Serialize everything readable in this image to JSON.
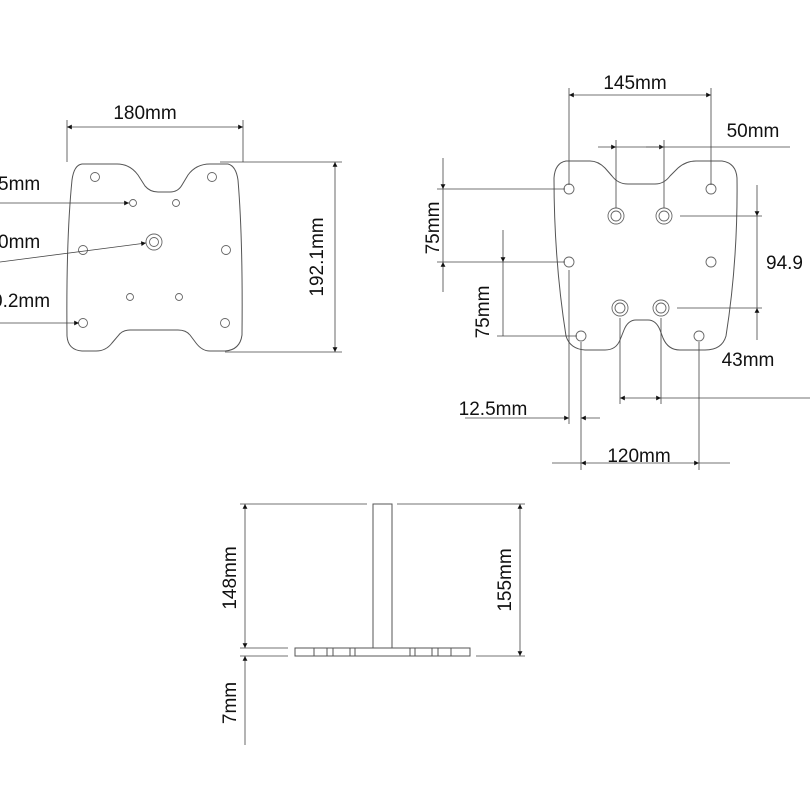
{
  "top_left_view": {
    "width_label": "180mm",
    "height_label": "192.1mm",
    "leader_labels": [
      "5mm",
      "0mm",
      "0.2mm"
    ]
  },
  "top_right_view": {
    "width_label": "145mm",
    "inner_spacing_label": "50mm",
    "vertical_upper_label": "75mm",
    "vertical_lower_label": "75mm",
    "inner_vertical_label": "94.9",
    "notch_label": "43mm",
    "offset_label": "12.5mm",
    "bottom_spacing_label": "120mm"
  },
  "side_view": {
    "post_height_label": "148mm",
    "total_height_label": "155mm",
    "plate_thickness_label": "7mm"
  }
}
